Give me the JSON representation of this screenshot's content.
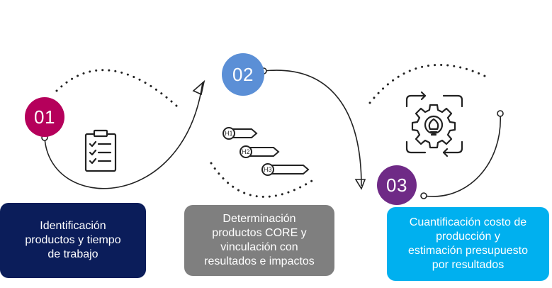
{
  "steps": [
    {
      "number": "01",
      "label": "Identificación\nproductos y tiempo\nde trabajo",
      "color": "#b5005b",
      "box_color": "#0b1d5a"
    },
    {
      "number": "02",
      "label": "Determinación\nproductos CORE y\nvinculación con\nresultados e impactos",
      "color": "#5b8fd6",
      "box_color": "#7f7f7f"
    },
    {
      "number": "03",
      "label": "Cuantificación costo de\nproducción y\nestimación presupuesto\npor resultados",
      "color": "#6f2a86",
      "box_color": "#00b0ef"
    }
  ],
  "hypothesis_tags": [
    "H1",
    "H2",
    "H3"
  ],
  "icons": [
    "clipboard-checklist-icon",
    "hypothesis-tags-icon",
    "gear-lightbulb-icon"
  ]
}
